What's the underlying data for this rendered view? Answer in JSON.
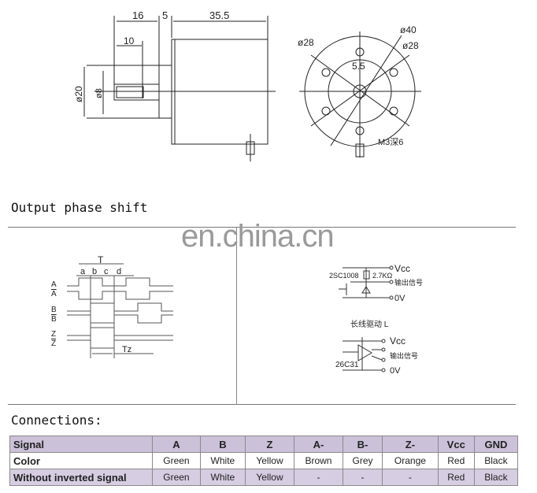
{
  "drawing": {
    "side_view": {
      "dim_16": "16",
      "dim_5": "5",
      "dim_35_5": "35.5",
      "dim_10": "10",
      "dim_d20": "ø20",
      "dim_d8": "ø8"
    },
    "front_view": {
      "dim_d28_left": "ø28",
      "dim_d40": "ø40",
      "dim_d28_right": "ø28",
      "dim_5_5": "5.5",
      "dim_m3": "M3深6"
    }
  },
  "phase_heading": "Output phase shift",
  "watermark": "en.china.cn",
  "waveform": {
    "period": "T",
    "a": "a",
    "b": "b",
    "c": "c",
    "d": "d",
    "sig_a": "A",
    "sig_a_bar": "A",
    "sig_b": "B",
    "sig_b_bar": "B",
    "sig_z": "Z",
    "sig_z_bar": "Z",
    "tz": "Tz"
  },
  "circuit": {
    "vcc1": "Vcc",
    "transistor": "2SC1008",
    "resistor": "2.7KΩ",
    "output1": "输出信号",
    "ov1": "0V",
    "line_driver": "长线驱动 L",
    "vcc2": "Vcc",
    "output2": "输出信号",
    "driver_ic": "26C31",
    "ov2": "0V"
  },
  "connections_heading": "Connections:",
  "table": {
    "header": [
      "Signal",
      "A",
      "B",
      "Z",
      "A-",
      "B-",
      "Z-",
      "Vcc",
      "GND"
    ],
    "rows": [
      [
        "Color",
        "Green",
        "White",
        "Yellow",
        "Brown",
        "Grey",
        "Orange",
        "Red",
        "Black"
      ],
      [
        "Without inverted signal",
        "Green",
        "White",
        "Yellow",
        "-",
        "-",
        "-",
        "Red",
        "Black"
      ]
    ]
  }
}
